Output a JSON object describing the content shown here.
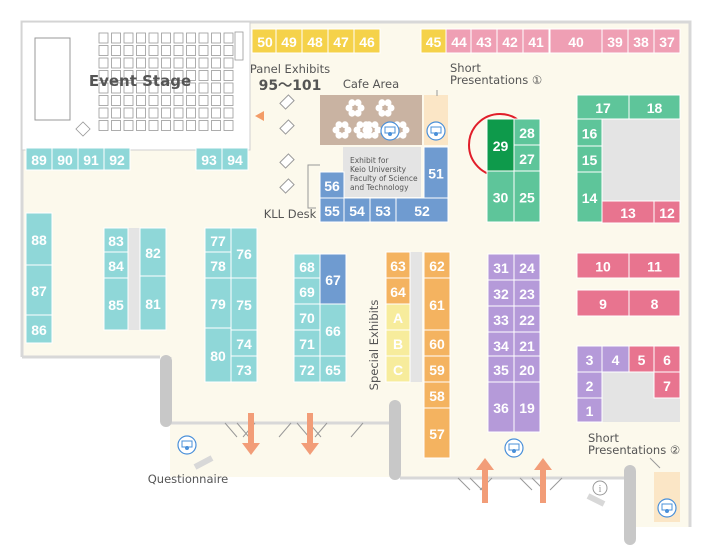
{
  "colors": {
    "yellow": "#f5d24a",
    "pink": "#ef9fb4",
    "teal": "#8fd7d8",
    "green": "#5ec59a",
    "dark_green": "#0e9a4b",
    "purple": "#b59ad9",
    "orange": "#f4b360",
    "blue": "#6f9bd0",
    "light_yellow": "#f7ec9c",
    "rose": "#e8748f"
  },
  "labels": {
    "event_stage": "Event Stage",
    "panel_exhibits": "Panel Exhibits",
    "panel_range": "95～101",
    "cafe_area": "Cafe Area",
    "short_presentations_1": "Short",
    "short_presentations_1b": "Presentations ①",
    "short_presentations_2": "Short",
    "short_presentations_2b": "Presentations ②",
    "kll_desk": "KLL Desk",
    "keio_exhibit_1": "Exhibit for",
    "keio_exhibit_2": "Keio University",
    "keio_exhibit_3": "Faculty of Science",
    "keio_exhibit_4": "and Technology",
    "special_exhibits": "Special Exhibits",
    "questionnaire": "Questionnaire"
  },
  "booth_groups": {
    "yellow_top": [
      "50",
      "49",
      "48",
      "47",
      "46",
      "45"
    ],
    "pink_top": [
      "44",
      "43",
      "42",
      "41",
      "40",
      "39",
      "38",
      "37"
    ],
    "teal_left": [
      "89",
      "90",
      "91",
      "92",
      "93",
      "94",
      "88",
      "87",
      "86",
      "83",
      "84",
      "85",
      "82",
      "81",
      "77",
      "78",
      "79",
      "80",
      "76",
      "75",
      "74",
      "73",
      "68",
      "69",
      "70",
      "71",
      "72",
      "67",
      "66",
      "65"
    ],
    "orange": [
      "63",
      "64",
      "62",
      "61",
      "60",
      "59",
      "58",
      "57"
    ],
    "special": [
      "A",
      "B",
      "C"
    ],
    "blue": [
      "56",
      "55",
      "54",
      "53",
      "52",
      "51"
    ],
    "green": [
      "28",
      "27",
      "30",
      "25",
      "17",
      "18",
      "16",
      "15",
      "14"
    ],
    "highlighted": "29",
    "purple": [
      "31",
      "24",
      "32",
      "23",
      "33",
      "22",
      "34",
      "21",
      "35",
      "20",
      "36",
      "19",
      "3",
      "4",
      "2",
      "1"
    ],
    "rose": [
      "13",
      "12",
      "10",
      "11",
      "9",
      "8",
      "5",
      "6",
      "7"
    ]
  }
}
